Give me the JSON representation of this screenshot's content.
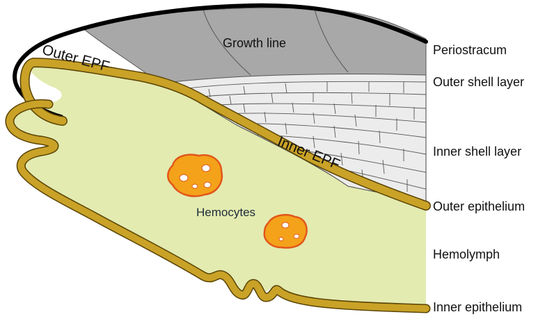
{
  "diagram": {
    "inner_labels": {
      "growth_line": "Growth line",
      "outer_epf": "Outer EPF",
      "inner_epf": "Inner EPF",
      "hemocytes": "Hemocytes"
    },
    "side_labels": [
      "Periostracum",
      "Outer shell layer",
      "Inner shell layer",
      "Outer epithelium",
      "Hemolymph",
      "Inner epithelium"
    ],
    "colors": {
      "periostracum": "#000000",
      "outer_shell_layer": "#a8a8a8",
      "inner_shell_layer": "#ececec",
      "epithelium": "#c9a227",
      "hemolymph": "#e3ebb0",
      "hemocyte": "#f4a21a",
      "hemocyte_outline": "#e2561a"
    }
  }
}
